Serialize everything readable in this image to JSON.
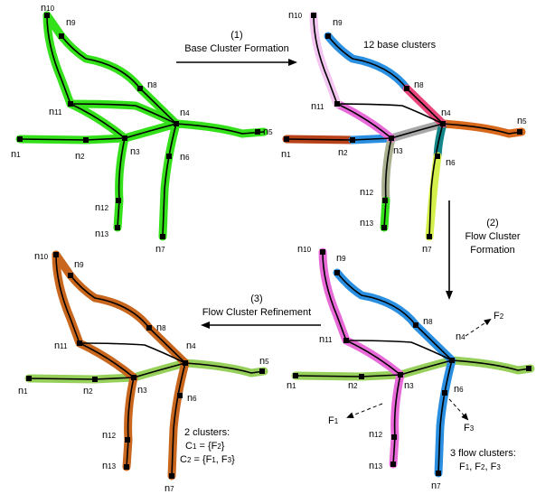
{
  "nodes": [
    "n1",
    "n2",
    "n3",
    "n4",
    "n5",
    "n6",
    "n7",
    "n8",
    "n9",
    "n10",
    "n11",
    "n12",
    "n13"
  ],
  "steps": {
    "step1": {
      "number": "(1)",
      "label": "Base Cluster Formation"
    },
    "step2": {
      "number": "(2)",
      "label_line1": "Flow Cluster",
      "label_line2": "Formation"
    },
    "step3": {
      "number": "(3)",
      "label": "Flow Cluster Refinement"
    }
  },
  "panel_tr": {
    "caption": "12 base clusters"
  },
  "panel_br": {
    "flows": [
      "F1",
      "F2",
      "F3"
    ],
    "caption_line1": "3 flow clusters:",
    "caption_line2": "F1, F2, F3"
  },
  "panel_bl": {
    "caption_line1": "2 clusters:",
    "caption_line2": "C1 = {F2}",
    "caption_line3": "C2 = {F1, F3}"
  },
  "colors": {
    "green_full": "#33e01a",
    "blue": "#2a8fe0",
    "pink": "#e86ad8",
    "light_pink": "#f2c6f0",
    "red_pink": "#e8457a",
    "brown_red": "#b8431a",
    "orange": "#d8691c",
    "gray": "#a8a8a8",
    "teal": "#13868a",
    "gray_green": "#a8b090",
    "yellow_green": "#d4f04a",
    "light_green": "#96d05a",
    "brown_orange": "#c8661e"
  }
}
